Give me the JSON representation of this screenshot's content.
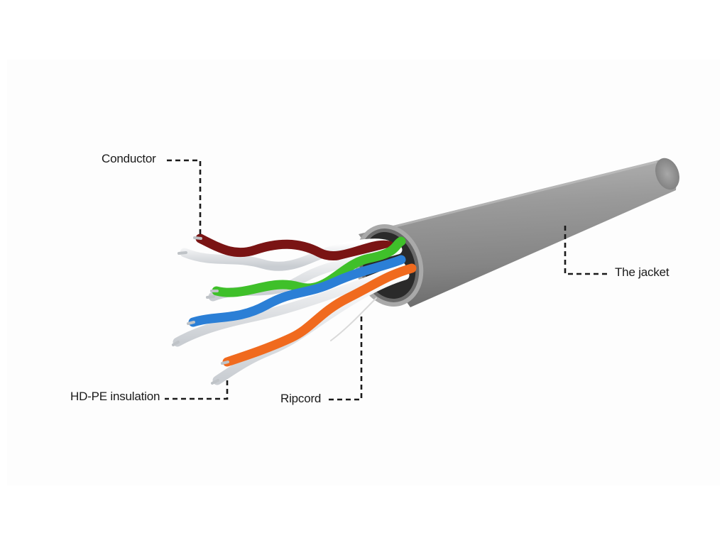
{
  "labels": {
    "conductor": "Conductor",
    "jacket": "The jacket",
    "insulation": "HD-PE insulation",
    "ripcord": "Ripcord"
  },
  "colors": {
    "background": "#ffffff",
    "panel": "#fdfdfd",
    "jacket": "#8f8f8f",
    "pair_brown": "#7a1414",
    "pair_green": "#3fc02a",
    "pair_blue": "#2b7fd6",
    "pair_orange": "#f06a1e",
    "white_wire": "#e9ecef",
    "leader_line": "#1a1a1a"
  },
  "icons": [
    "cable-diagram"
  ]
}
